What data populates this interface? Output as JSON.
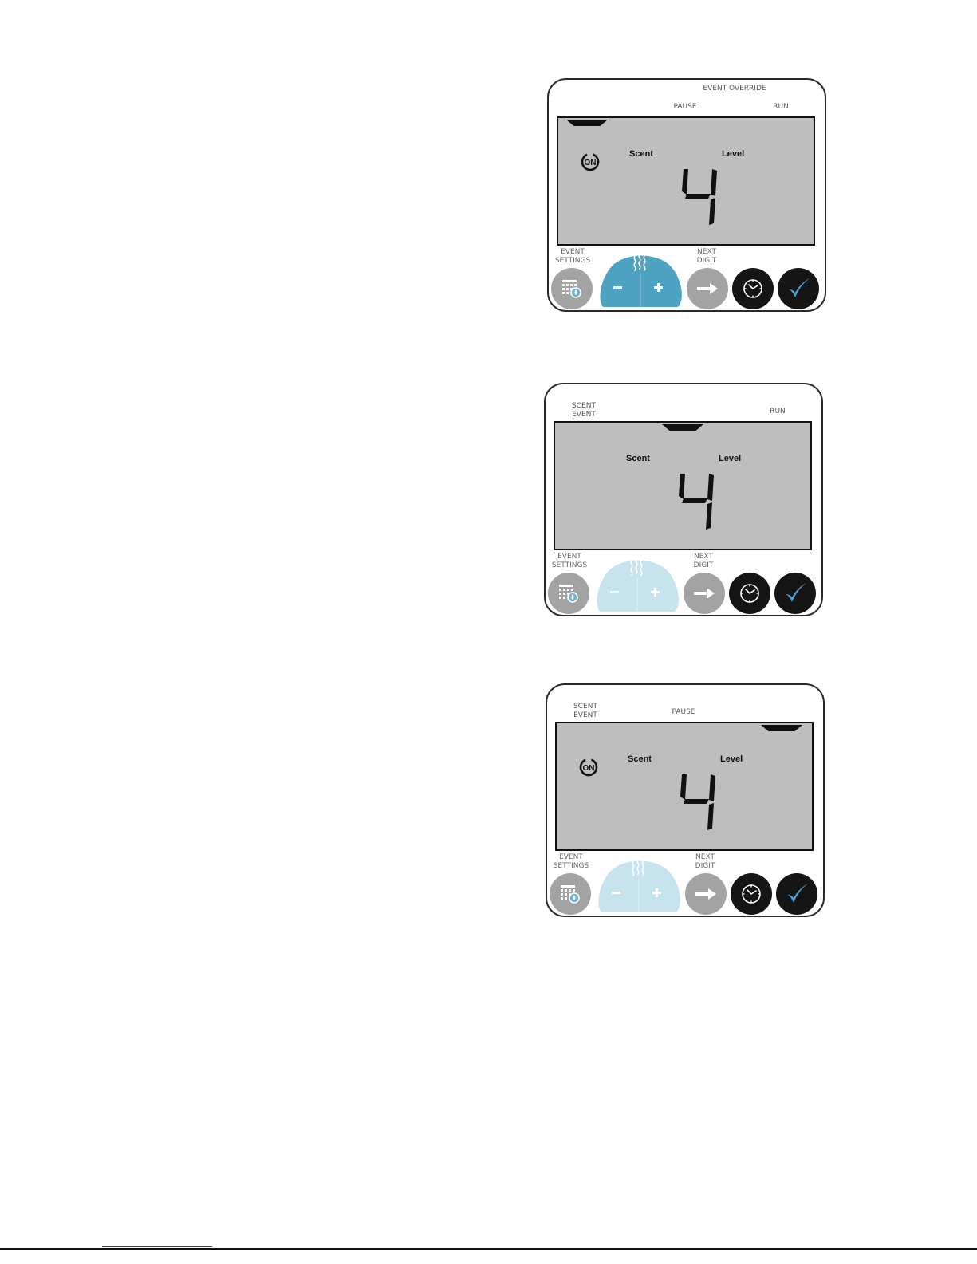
{
  "panels": [
    {
      "top_labels": {
        "event_override": "EVENT OVERRIDE",
        "pause": "PAUSE",
        "run": "RUN"
      },
      "display": {
        "scent_label": "Scent",
        "level_label": "Level",
        "on_icon_text": "ON",
        "level_value": 4,
        "marker": "left"
      },
      "scent_control_active": true
    },
    {
      "top_labels": {
        "scent_event": "SCENT\nEVENT",
        "run": "RUN"
      },
      "display": {
        "scent_label": "Scent",
        "level_label": "Level",
        "level_value": 4,
        "marker": "center"
      },
      "scent_control_active": false
    },
    {
      "top_labels": {
        "scent_event": "SCENT\nEVENT",
        "pause": "PAUSE"
      },
      "display": {
        "scent_label": "Scent",
        "level_label": "Level",
        "on_icon_text": "ON",
        "level_value": 4,
        "marker": "right"
      },
      "scent_control_active": false
    }
  ],
  "buttons": {
    "event_settings": "EVENT\nSETTINGS",
    "next_digit": "NEXT\nDIGIT"
  },
  "icons": [
    "calendar-settings-icon",
    "scent-icon",
    "minus-icon",
    "plus-icon",
    "arrow-right-icon",
    "clock-icon",
    "check-icon"
  ],
  "colors": {
    "lcd": "#bebebe",
    "scent_active": "#4fa3c2",
    "scent_inactive": "#c6e3ee",
    "grey_button": "#a3a3a3",
    "black_button": "#151515",
    "check": "#4aa3d8"
  }
}
